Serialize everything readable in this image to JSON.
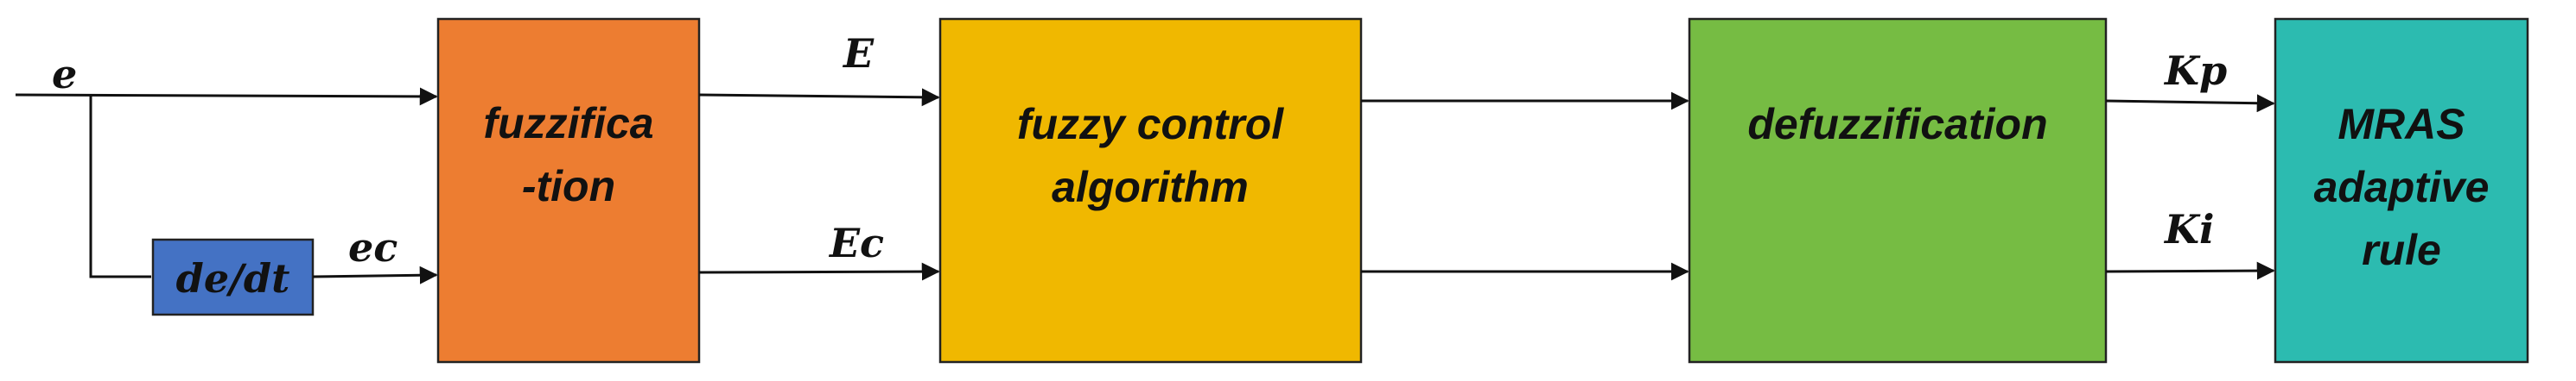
{
  "signals": {
    "e": "e",
    "ec": "ec",
    "E": "E",
    "Ec": "Ec",
    "Kp": "Kp",
    "Ki": "Ki"
  },
  "blocks": {
    "derivative": {
      "label": "de/dt",
      "color": "#4472C4"
    },
    "fuzzification": {
      "line1": "fuzzifica",
      "line2": "-tion",
      "color": "#ED7D31"
    },
    "fuzzy_control": {
      "line1": "fuzzy control",
      "line2": "algorithm",
      "color": "#F0B800"
    },
    "defuzzification": {
      "label": "defuzzification",
      "color": "#76BC43"
    },
    "mras": {
      "line1": "MRAS",
      "line2": "adaptive",
      "line3": "rule",
      "color": "#2CBBB0"
    }
  },
  "line_color": "#111111"
}
